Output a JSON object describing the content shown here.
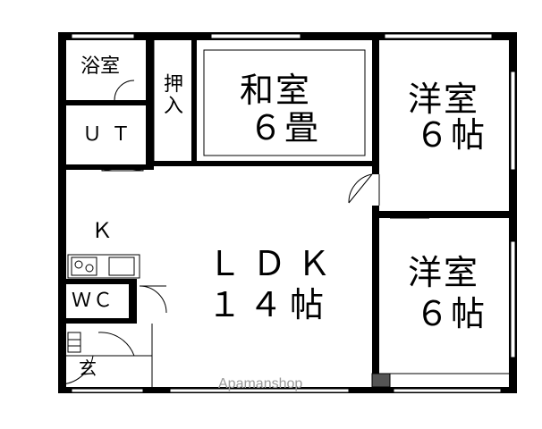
{
  "rooms": {
    "bath": "浴室",
    "ut": "ＵＴ",
    "closet": "押入",
    "washitsu_name": "和室",
    "washitsu_size": "６畳",
    "yoshitsu1_name": "洋室",
    "yoshitsu1_size": "６帖",
    "yoshitsu2_name": "洋室",
    "yoshitsu2_size": "６帖",
    "kitchen": "Ｋ",
    "ldk_name": "ＬＤＫ",
    "ldk_size": "１４帖",
    "wc": "ＷＣ",
    "entrance": "玄"
  },
  "watermark": "Apamanshop"
}
